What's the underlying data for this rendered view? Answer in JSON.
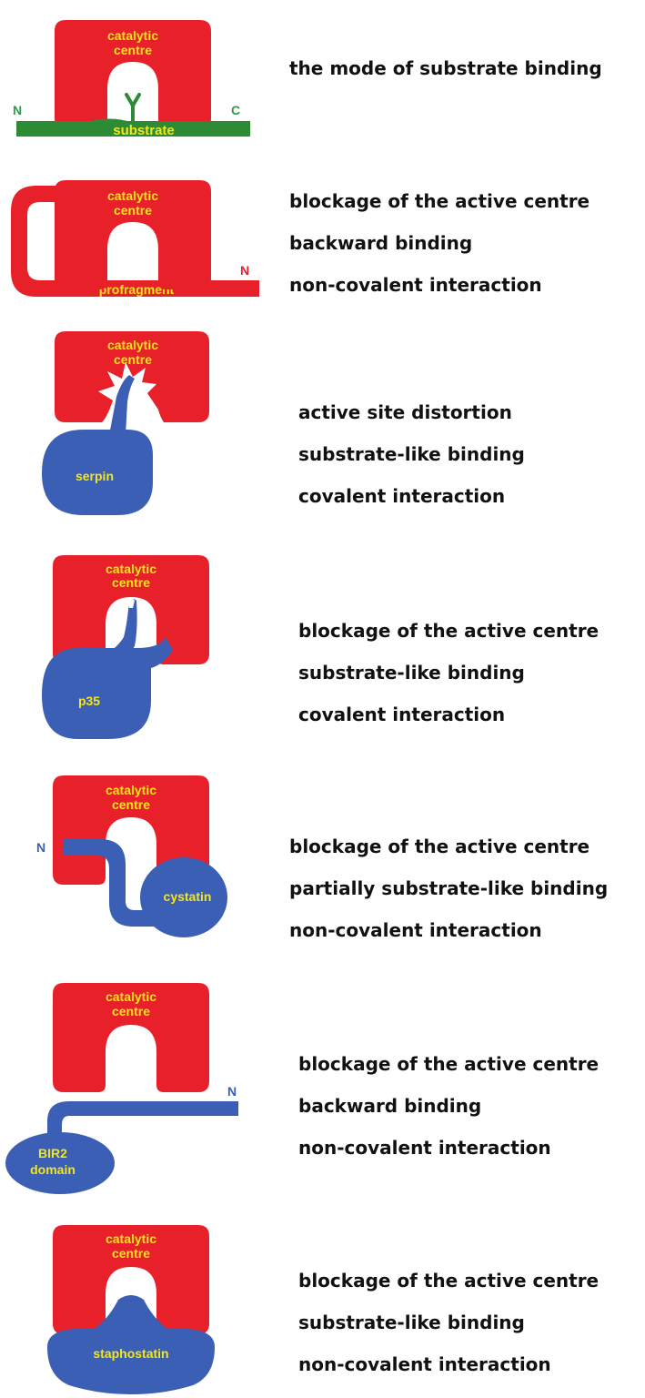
{
  "colors": {
    "enzyme": "#e8202a",
    "substrate": "#2e8b35",
    "inhibitor": "#3a5fb5",
    "label": "#f5e51a",
    "terminal_green": "#2a9a4a",
    "terminal_blue": "#3a5fb5",
    "text": "#111111"
  },
  "panels": [
    {
      "enzyme_label_line1": "catalytic",
      "enzyme_label_line2": "centre",
      "part_label": "substrate",
      "n_label": "N",
      "c_label": "C",
      "description": [
        "the mode of substrate binding"
      ]
    },
    {
      "enzyme_label_line1": "catalytic",
      "enzyme_label_line2": "centre",
      "part_label": "profragment",
      "n_label": "N",
      "description": [
        "blockage of the active centre",
        "backward binding",
        "non-covalent interaction"
      ]
    },
    {
      "enzyme_label_line1": "catalytic",
      "enzyme_label_line2": "centre",
      "part_label": "serpin",
      "description": [
        "active site distortion",
        "substrate-like binding",
        "covalent interaction"
      ]
    },
    {
      "enzyme_label_line1": "catalytic",
      "enzyme_label_line2": "centre",
      "part_label": "p35",
      "description": [
        "blockage of the active centre",
        "substrate-like binding",
        "covalent interaction"
      ]
    },
    {
      "enzyme_label_line1": "catalytic",
      "enzyme_label_line2": "centre",
      "part_label": "cystatin",
      "n_label": "N",
      "description": [
        "blockage of the active centre",
        "partially substrate-like binding",
        "non-covalent interaction"
      ]
    },
    {
      "enzyme_label_line1": "catalytic",
      "enzyme_label_line2": "centre",
      "part_label_line1": "BIR2",
      "part_label_line2": "domain",
      "n_label": "N",
      "description": [
        "blockage of the active centre",
        "backward binding",
        "non-covalent interaction"
      ]
    },
    {
      "enzyme_label_line1": "catalytic",
      "enzyme_label_line2": "centre",
      "part_label": "staphostatin",
      "description": [
        "blockage of the active centre",
        "substrate-like binding",
        "non-covalent interaction"
      ]
    }
  ]
}
